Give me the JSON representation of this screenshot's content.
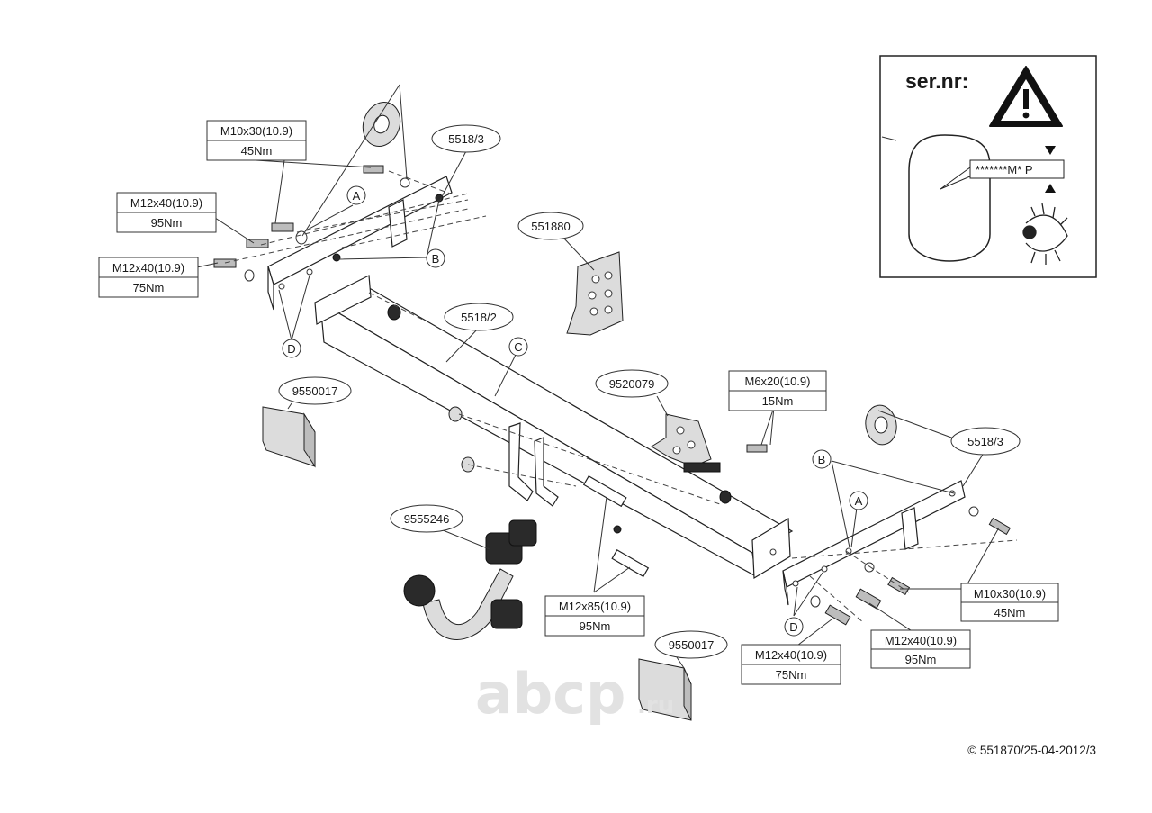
{
  "serial_panel": {
    "title": "ser.nr:",
    "plate_text": "*******M* P"
  },
  "part_numbers": {
    "side_bracket_left": "5518/3",
    "side_bracket_right": "5518/3",
    "crossbar": "5518/2",
    "electric_plate": "551880",
    "socket_bracket": "9520079",
    "towball": "9555246",
    "spacer_left": "9550017",
    "spacer_right": "9550017"
  },
  "fasteners": {
    "m10_left": {
      "size": "M10x30(10.9)",
      "torque": "45Nm"
    },
    "m12_left_upper": {
      "size": "M12x40(10.9)",
      "torque": "95Nm"
    },
    "m12_left_lower": {
      "size": "M12x40(10.9)",
      "torque": "75Nm"
    },
    "m6": {
      "size": "M6x20(10.9)",
      "torque": "15Nm"
    },
    "m12x85": {
      "size": "M12x85(10.9)",
      "torque": "95Nm"
    },
    "m10_right": {
      "size": "M10x30(10.9)",
      "torque": "45Nm"
    },
    "m12_right_upper": {
      "size": "M12x40(10.9)",
      "torque": "95Nm"
    },
    "m12_right_lower": {
      "size": "M12x40(10.9)",
      "torque": "75Nm"
    }
  },
  "callouts": {
    "a_left": "A",
    "b_left": "B",
    "c": "C",
    "d_left": "D",
    "a_right": "A",
    "b_right": "B",
    "d_right": "D"
  },
  "watermark": {
    "main": "abcp",
    "suffix": ".ru"
  },
  "footer": {
    "copyright": "© 551870/25-04-2012/3"
  },
  "colors": {
    "ink": "#1a1a1a",
    "watermark": "#e0e0e0"
  }
}
